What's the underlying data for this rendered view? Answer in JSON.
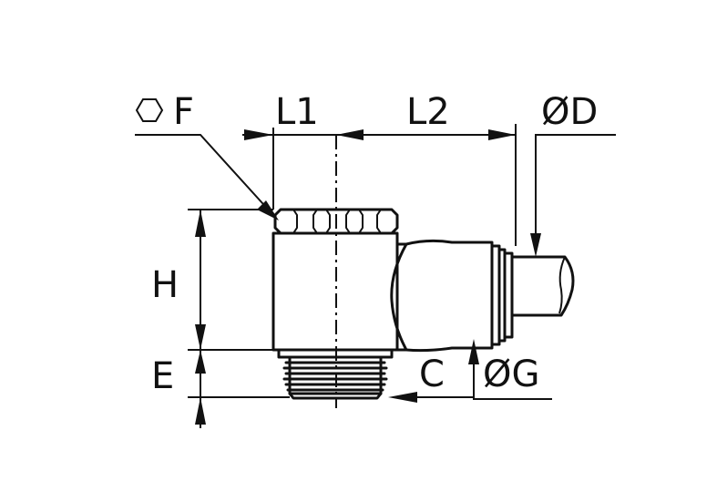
{
  "labels": {
    "hex": "F",
    "l1": "L1",
    "l2": "L2",
    "d": "ØD",
    "h": "H",
    "e": "E",
    "c": "C",
    "g": "ØG"
  },
  "icons": {
    "hex": "hexagon-icon"
  },
  "colors": {
    "line": "#111111",
    "background": "#ffffff"
  }
}
